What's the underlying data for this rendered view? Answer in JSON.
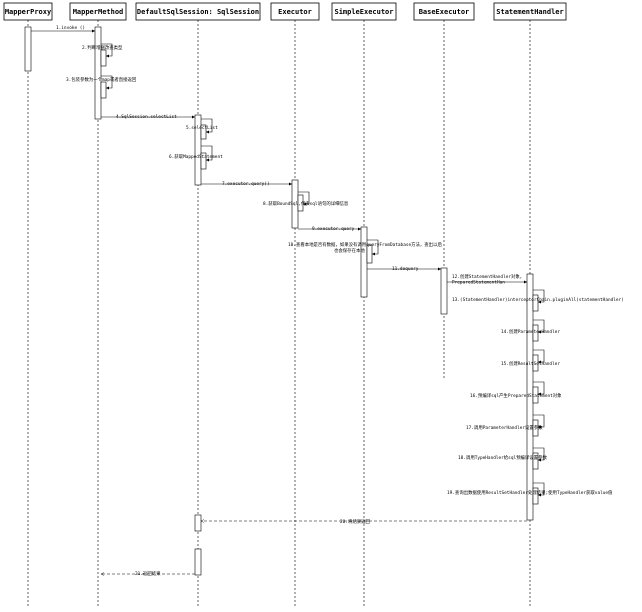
{
  "participants": [
    {
      "id": "mapper_proxy",
      "label": "MapperProxy"
    },
    {
      "id": "mapper_method",
      "label": "MapperMethod"
    },
    {
      "id": "default_sql_session",
      "label": "DefaultSqlSession: SqlSession"
    },
    {
      "id": "executor",
      "label": "Executor"
    },
    {
      "id": "simple_executor",
      "label": "SimpleExecutor"
    },
    {
      "id": "base_executor",
      "label": "BaseExecutor"
    },
    {
      "id": "statement_handler",
      "label": "StatementHandler"
    }
  ],
  "messages": [
    {
      "label": "1.invoke ()"
    },
    {
      "label": "2.判断增删改查类型"
    },
    {
      "label": "3.包装参数为一个map或者直接返回"
    },
    {
      "label": "4.SqlSession.selectList",
      "highlight": "selectList"
    },
    {
      "label": "5.selectList"
    },
    {
      "label": "6.获取MappedStatement",
      "highlight": "MappedStatement"
    },
    {
      "label": "7.executor.query()"
    },
    {
      "label": "8.获取BoundSql,代表sql语句的详细信息"
    },
    {
      "label": "9.executor.query"
    },
    {
      "label": "10.查看本地是否有数据，如果没有调用queryFromDatabase方法，查出以后也会保存在本地"
    },
    {
      "label": "11.doquery"
    },
    {
      "label": "12.创建StatementHandler对象，PreparedStatementHan"
    },
    {
      "label": "13.(StatementHandler)interceptorChain.pluginAll(statementHandler)"
    },
    {
      "label": "14.创建ParameterHandler"
    },
    {
      "label": "15.创建ResultSetHandler"
    },
    {
      "label": "16.预编译sql产生PreparedStatement对象"
    },
    {
      "label": "17.调用ParameterHandler设置参数"
    },
    {
      "label": "18.调用TypeHandler给sql预编译设置参数"
    },
    {
      "label": "19.查询出数据使用ResultSetHandler处理结果;使用TypeHandler获取value值"
    },
    {
      "label": "20.将结果返回"
    },
    {
      "label": "21.返回结果"
    }
  ]
}
